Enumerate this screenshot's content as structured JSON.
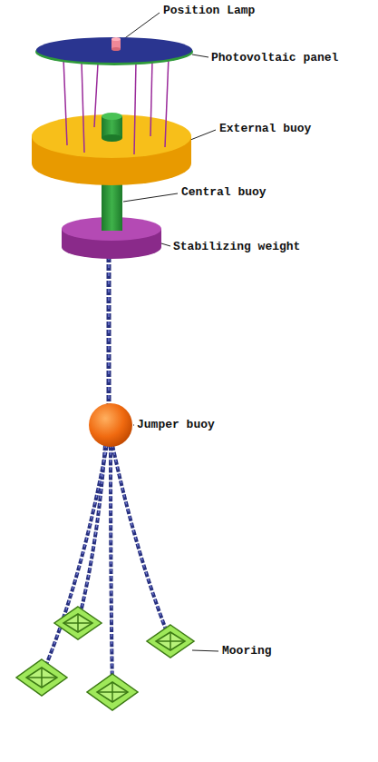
{
  "diagram": {
    "labels": [
      "Position Lamp",
      "Photovoltaic panel",
      "External buoy",
      "Central buoy",
      "Stabilizing weight",
      "Jumper buoy",
      "Mooring"
    ]
  }
}
